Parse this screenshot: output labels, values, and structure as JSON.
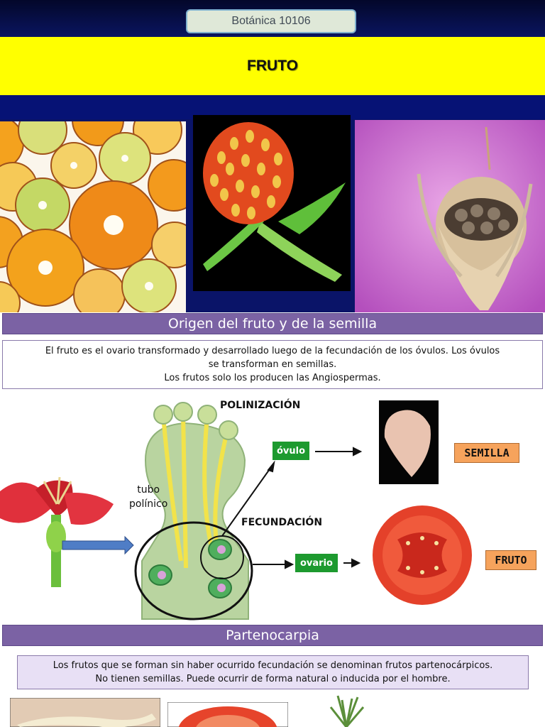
{
  "header": {
    "course_tag": "Botánica 10106",
    "title": "FRUTO"
  },
  "sections": {
    "origin_title": "Origen del fruto y de la semilla",
    "origin_text": [
      "El fruto es el ovario transformado y desarrollado luego de la fecundación de los óvulos. Los óvulos",
      "se transforman en semillas.",
      "Los frutos solo los producen las Angiospermas."
    ],
    "parthenocarpy_title": "Partenocarpia",
    "parthenocarpy_text": [
      "Los frutos que se forman sin haber ocurrido fecundación se denominan frutos partenocárpicos.",
      "No tienen semillas. Puede ocurrir de forma natural o inducida por el hombre."
    ]
  },
  "diagram": {
    "pollination": "POLINIZACIÓN",
    "pollen_tube_1": "tubo",
    "pollen_tube_2": "polínico",
    "fertilization": "FECUNDACIÓN",
    "ovule": "óvulo",
    "ovary": "ovario",
    "seed": "SEMILLA",
    "fruit": "FRUTO"
  },
  "colors": {
    "title_yellow": "#ffff00",
    "navy": "#061275",
    "section_purple": "#7b62a4",
    "badge_green": "#1d9a2f",
    "badge_orange": "#f6a35c"
  }
}
